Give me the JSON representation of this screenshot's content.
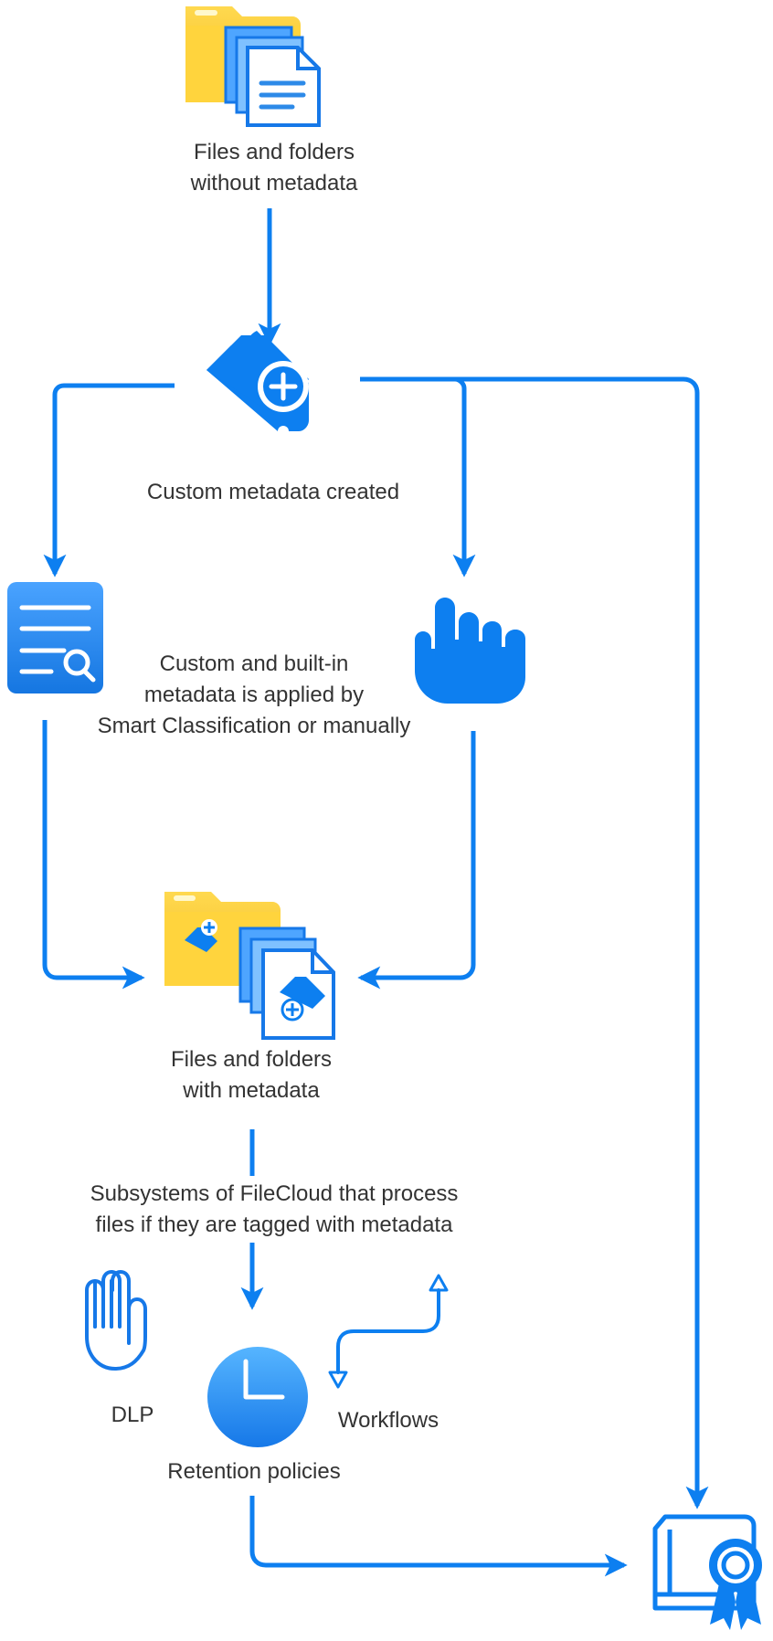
{
  "nodes": {
    "source": {
      "line1": "Files and folders",
      "line2": "without metadata",
      "icon": "folder-with-documents-icon"
    },
    "metadata_created": {
      "text": "Custom metadata created",
      "icon": "tag-add-icon"
    },
    "applied": {
      "line1": "Custom and built-in",
      "line2": "metadata is applied by",
      "line3": "Smart Classification or manually",
      "smart_icon": "smart-classification-document-icon",
      "manual_icon": "hand-pointer-icon"
    },
    "tagged": {
      "line1": "Files and folders",
      "line2": "with metadata",
      "icon": "folder-with-tagged-documents-icon"
    },
    "subsystems": {
      "line1": "Subsystems of FileCloud that process",
      "line2": "files if they are tagged with metadata"
    },
    "dlp": {
      "label": "DLP",
      "icon": "hand-stop-icon"
    },
    "retention": {
      "label": "Retention policies",
      "icon": "clock-icon"
    },
    "workflows": {
      "label": "Workflows",
      "icon": "bidirectional-arrow-icon"
    },
    "compliance": {
      "icon": "certificate-icon"
    }
  },
  "colors": {
    "arrow": "#0d7ff0",
    "folder": "#f7c933",
    "document": "#2d8ae8",
    "text": "#333333"
  }
}
